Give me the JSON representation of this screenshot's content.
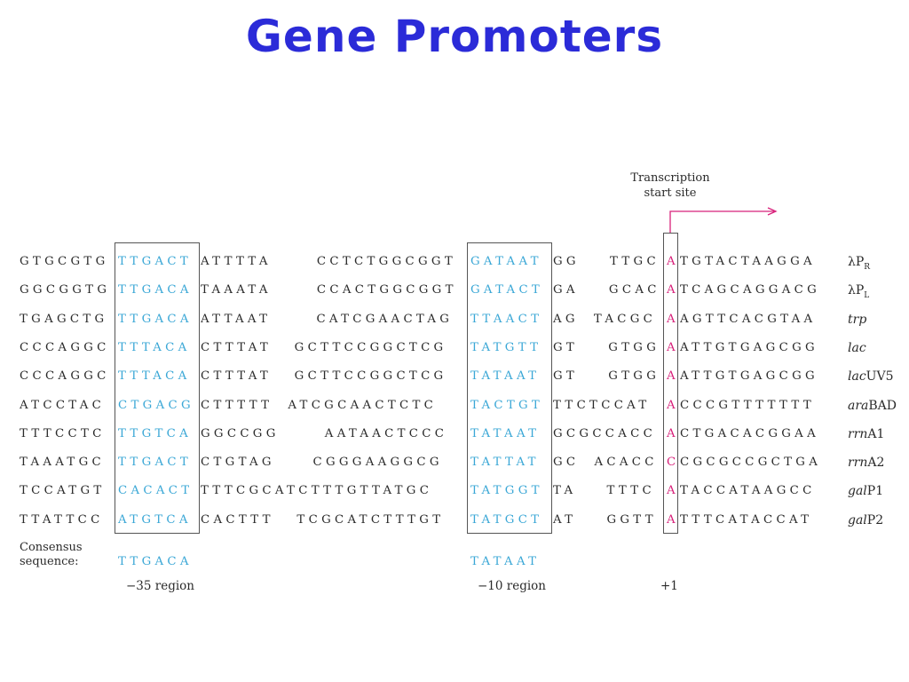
{
  "title": "Gene Promoters",
  "tss": {
    "line1": "Transcription",
    "line2": "start site"
  },
  "rows": [
    {
      "s1": "GTGCGTG",
      "m35": "TTGACT",
      "s2": "ATTTTA      CCTCTGGCGGT",
      "m10": "GATAAT",
      "s3": "GG    TTGC",
      "tss": "A",
      "s4": "TGTACTAAGGA",
      "name": "λP",
      "name_sub": "R",
      "name_italic": ""
    },
    {
      "s1": "GGCGGTG",
      "m35": "TTGACA",
      "s2": "TAAATA      CCACTGGCGGT",
      "m10": "GATACT",
      "s3": "GA    GCAC",
      "tss": "A",
      "s4": "TCAGCAGGACG",
      "name": "λP",
      "name_sub": "L",
      "name_italic": ""
    },
    {
      "s1": "TGAGCTG",
      "m35": "TTGACA",
      "s2": "ATTAAT      CATCGAACTAG",
      "m10": "TTAACT",
      "s3": "AG  TACGC",
      "tss": "A",
      "s4": "AGTTCACGTAA",
      "name": "",
      "name_sub": "",
      "name_italic": "trp"
    },
    {
      "s1": "CCCAGGC",
      "m35": "TTTACA",
      "s2": "CTTTAT   GCTTCCGGCTCG",
      "m10": "TATGTT",
      "s3": "GT    GTGG",
      "tss": "A",
      "s4": "ATTGTGAGCGG",
      "name": "",
      "name_sub": "",
      "name_italic": "lac"
    },
    {
      "s1": "CCCAGGC",
      "m35": "TTTACA",
      "s2": "CTTTAT   GCTTCCGGCTCG",
      "m10": "TATAAT",
      "s3": "GT    GTGG",
      "tss": "A",
      "s4": "ATTGTGAGCGG",
      "name": "UV5",
      "name_sub": "",
      "name_italic": "lac"
    },
    {
      "s1": "ATCCTAC",
      "m35": "CTGACG",
      "s2": "CTTTTT  ATCGCAACTCTC",
      "m10": "TACTGT",
      "s3": "TTCTCCAT",
      "tss": "A",
      "s4": "CCCGTTTTTTT",
      "name": "BAD",
      "name_sub": "",
      "name_italic": "ara"
    },
    {
      "s1": "TTTCCTC",
      "m35": "TTGTCA",
      "s2": "GGCCGG      AATAACTCCC",
      "m10": "TATAAT",
      "s3": "GCGCCACC",
      "tss": "A",
      "s4": "CTGACACGGAA",
      "name": "A1",
      "name_sub": "",
      "name_italic": "rrn"
    },
    {
      "s1": "TAAATGC",
      "m35": "TTGACT",
      "s2": "CTGTAG     CGGGAAGGCG",
      "m10": "TATTAT",
      "s3": "GC  ACACC",
      "tss": "C",
      "s4": "CGCGCCGCTGA",
      "name": "A2",
      "name_sub": "",
      "name_italic": "rrn"
    },
    {
      "s1": "TCCATGT",
      "m35": "CACACT",
      "s2": "TTTCGCATCTTTGTTATGC",
      "m10": "TATGGT",
      "s3": "TA    TTTC",
      "tss": "A",
      "s4": "TACCATAAGCC",
      "name": "P1",
      "name_sub": "",
      "name_italic": "gal"
    },
    {
      "s1": "TTATTCC",
      "m35": "ATGTCA",
      "s2": "CACTTT   TCGCATCTTTGT",
      "m10": "TATGCT",
      "s3": "AT    GGTT",
      "tss": "A",
      "s4": "TTTCATACCAT",
      "name": "P2",
      "name_sub": "",
      "name_italic": "gal"
    }
  ],
  "consensus": {
    "label_line1": "Consensus",
    "label_line2": "sequence:",
    "m35": "TTGACA",
    "m10": "TATAAT"
  },
  "regions": {
    "r35": "−35 region",
    "r10": "−10 region",
    "plus1": "+1"
  },
  "colors": {
    "title": "#2b2bd8",
    "motif": "#3aa7d6",
    "tss": "#d8207a",
    "text": "#2a2a2a"
  }
}
